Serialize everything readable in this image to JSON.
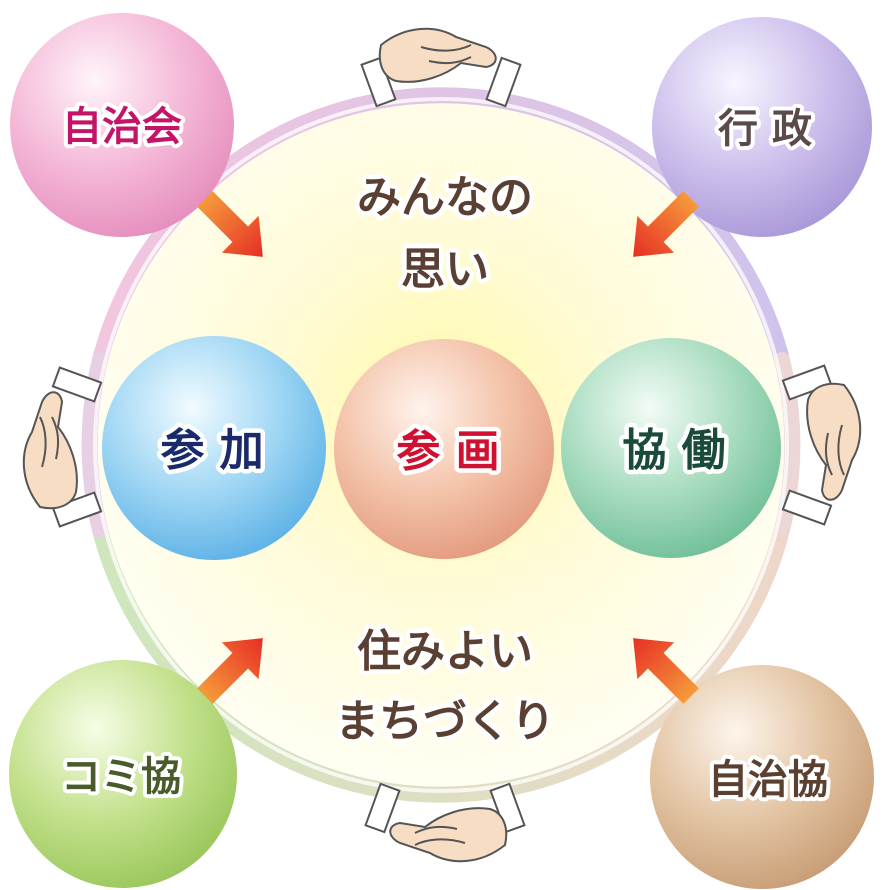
{
  "center_text": {
    "top_line1": "みんなの",
    "top_line2": "思い",
    "bottom_line1": "住みよい",
    "bottom_line2": "まちづくり"
  },
  "corner_circles": {
    "top_left": "自治会",
    "top_right": "行 政",
    "bottom_left": "コミ協",
    "bottom_right": "自治協"
  },
  "center_circles": {
    "left": "参 加",
    "middle": "参 画",
    "right": "協 働"
  },
  "colors": {
    "top_left_text": "#c41468",
    "top_right_text": "#5a4a4a",
    "bottom_left_text": "#4a5a2a",
    "bottom_right_text": "#5a4030",
    "left_text": "#1a2a6a",
    "middle_text": "#d01030",
    "right_text": "#1a4a3a",
    "message_text": "#5a4032",
    "arrow": "#e83828"
  },
  "icons": [
    "handshake-icon",
    "arrow-icon"
  ]
}
